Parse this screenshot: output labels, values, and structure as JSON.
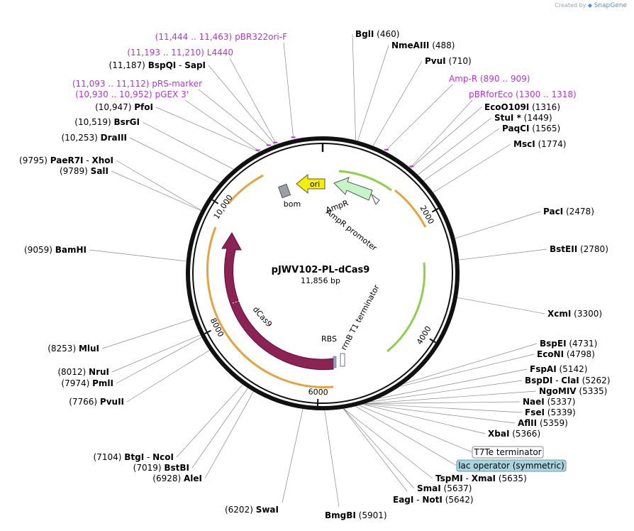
{
  "app": {
    "created_by": "Created by",
    "brand": "SnapGene"
  },
  "plasmid": {
    "name": "pJWV102-PL-dCas9",
    "size_label": "11,856 bp",
    "length_bp": 11856
  },
  "ring_ticks": [
    "2000",
    "4000",
    "6000",
    "8000",
    "10,000"
  ],
  "primers": [
    {
      "name": "pBR322ori-F",
      "range": "(11,444 .. 11,463)",
      "pos": 11454,
      "side": "left"
    },
    {
      "name": "L4440",
      "range": "(11,193 .. 11,210)",
      "pos": 11201,
      "side": "left"
    },
    {
      "name": "pRS-marker",
      "range": "(11,093 .. 11,112)",
      "pos": 11102,
      "side": "left"
    },
    {
      "name": "pGEX 3'",
      "range": "(10,930 .. 10,952)",
      "pos": 10941,
      "side": "left"
    },
    {
      "name": "Amp-R",
      "range": "(890 .. 909)",
      "pos": 899,
      "side": "right"
    },
    {
      "name": "pBRforEco",
      "range": "(1300 .. 1318)",
      "pos": 1309,
      "side": "right"
    }
  ],
  "sites_left": [
    {
      "name": "BspQI",
      "name2": "SapI",
      "pos_label": "(11,187)",
      "pos": 11187
    },
    {
      "name": "PfoI",
      "pos_label": "(10,947)",
      "pos": 10947
    },
    {
      "name": "BsrGI",
      "pos_label": "(10,519)",
      "pos": 10519
    },
    {
      "name": "DraIII",
      "pos_label": "(10,253)",
      "pos": 10253
    },
    {
      "name": "PaeR7I",
      "name2": "XhoI",
      "pos_label": "(9795)",
      "pos": 9795
    },
    {
      "name": "SalI",
      "pos_label": "(9789)",
      "pos": 9789
    },
    {
      "name": "BamHI",
      "pos_label": "(9059)",
      "pos": 9059
    },
    {
      "name": "MluI",
      "pos_label": "(8253)",
      "pos": 8253
    },
    {
      "name": "NruI",
      "pos_label": "(8012)",
      "pos": 8012
    },
    {
      "name": "PmlI",
      "pos_label": "(7974)",
      "pos": 7974
    },
    {
      "name": "PvuII",
      "pos_label": "(7766)",
      "pos": 7766
    },
    {
      "name": "BtgI",
      "name2": "NcoI",
      "pos_label": "(7104)",
      "pos": 7104
    },
    {
      "name": "BstBI",
      "pos_label": "(7019)",
      "pos": 7019
    },
    {
      "name": "AleI",
      "pos_label": "(6928)",
      "pos": 6928
    },
    {
      "name": "SwaI",
      "pos_label": "(6202)",
      "pos": 6202
    }
  ],
  "sites_right": [
    {
      "name": "BglI",
      "pos_label": "(460)",
      "pos": 460
    },
    {
      "name": "NmeAIII",
      "pos_label": "(488)",
      "pos": 488
    },
    {
      "name": "PvuI",
      "pos_label": "(710)",
      "pos": 710
    },
    {
      "name": "EcoO109I",
      "pos_label": "(1316)",
      "pos": 1316
    },
    {
      "name": "StuI *",
      "pos_label": "(1449)",
      "pos": 1449
    },
    {
      "name": "PaqCI",
      "pos_label": "(1565)",
      "pos": 1565
    },
    {
      "name": "MscI",
      "pos_label": "(1774)",
      "pos": 1774
    },
    {
      "name": "PacI",
      "pos_label": "(2478)",
      "pos": 2478
    },
    {
      "name": "BstEII",
      "pos_label": "(2780)",
      "pos": 2780
    },
    {
      "name": "XcmI",
      "pos_label": "(3300)",
      "pos": 3300
    },
    {
      "name": "BspEI",
      "pos_label": "(4731)",
      "pos": 4731
    },
    {
      "name": "EcoNI",
      "pos_label": "(4798)",
      "pos": 4798
    },
    {
      "name": "FspAI",
      "pos_label": "(5142)",
      "pos": 5142
    },
    {
      "name": "BspDI",
      "name2": "ClaI",
      "pos_label": "(5262)",
      "pos": 5262
    },
    {
      "name": "NgoMIV",
      "pos_label": "(5335)",
      "pos": 5335
    },
    {
      "name": "NaeI",
      "pos_label": "(5337)",
      "pos": 5337
    },
    {
      "name": "FseI",
      "pos_label": "(5339)",
      "pos": 5339
    },
    {
      "name": "AflII",
      "pos_label": "(5359)",
      "pos": 5359
    },
    {
      "name": "XbaI",
      "pos_label": "(5366)",
      "pos": 5366
    },
    {
      "name": "TspMI",
      "name2": "XmaI",
      "pos_label": "(5635)",
      "pos": 5635
    },
    {
      "name": "SmaI",
      "pos_label": "(5637)",
      "pos": 5637
    },
    {
      "name": "EagI",
      "name2": "NotI",
      "pos_label": "(5642)",
      "pos": 5642
    },
    {
      "name": "BmgBI",
      "pos_label": "(5901)",
      "pos": 5901
    }
  ],
  "boxed_features": [
    {
      "name": "T7Te terminator",
      "fill": "#ffffff",
      "stroke": "#888888"
    },
    {
      "name": "lac operator (symmetric)",
      "fill": "#a9d5e0",
      "stroke": "#6a9aa6"
    }
  ],
  "inner_features": {
    "ori": "ori",
    "bom": "bom",
    "ampr": "AmpR",
    "ampr_promoter": "AmpR promoter",
    "dcas9": "dCas9",
    "rbs": "RBS",
    "rrnb": "rrnB T1 terminator"
  },
  "colors": {
    "primer": "#b832d6",
    "orange_feature": "#e8a23a",
    "green_feature": "#8fd04a",
    "dcas9": "#8c2256",
    "ori": "#f5f000",
    "ampr": "#c6f5c6",
    "bom": "#9aa0a6"
  }
}
